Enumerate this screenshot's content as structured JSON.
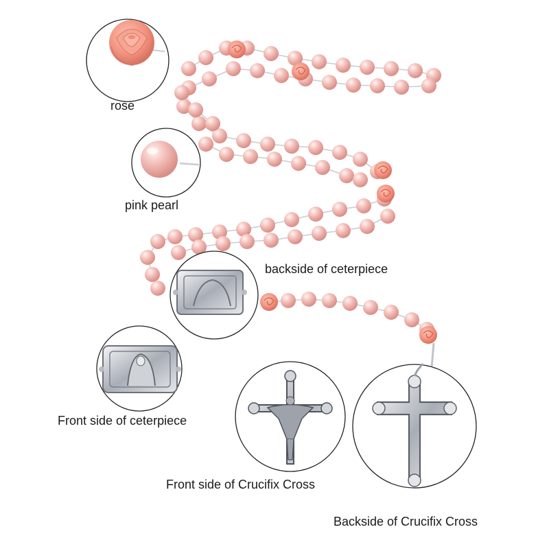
{
  "labels": {
    "rose": "rose",
    "pink_pearl": "pink pearl",
    "backside_centerpiece": "backside of ceterpiece",
    "front_centerpiece": "Front side of ceterpiece",
    "front_crucifix": "Front side of Crucifix Cross",
    "backside_crucifix": "Backside of Crucifix Cross"
  },
  "colors": {
    "background": "#ffffff",
    "pearl": "#f2b8b3",
    "rose": "#f29585",
    "silver": "#c8ccd2",
    "circle_outline": "#222222"
  }
}
